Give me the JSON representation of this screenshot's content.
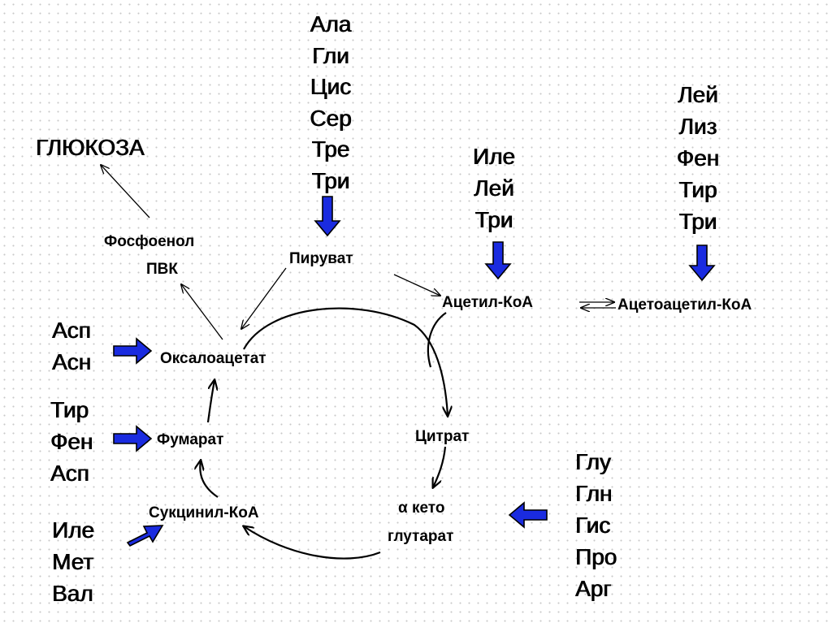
{
  "colors": {
    "arrow_fill": "#1a2be0",
    "arrow_stroke": "#000000",
    "line": "#000000",
    "background": "#ffffff"
  },
  "glucose": "ГЛЮКОЗА",
  "pep": [
    "Фосфоенол",
    "ПВК"
  ],
  "pyruvate": "Пируват",
  "acetyl_coa": "Ацетил-КоА",
  "acetoacetyl_coa": "Ацетоацетил-КоА",
  "oxaloacetate": "Оксалоацетат",
  "fumarate": "Фумарат",
  "succinyl_coa": "Сукцинил-КоА",
  "citrate": "Цитрат",
  "alpha_kg": [
    "α кето",
    "глутарат"
  ],
  "groups": {
    "pyruvate_aa": [
      "Ала",
      "Гли",
      "Цис",
      "Сер",
      "Тре",
      "Три"
    ],
    "acetyl_aa": [
      "Иле",
      "Лей",
      "Три"
    ],
    "acetoacetyl_aa": [
      "Лей",
      "Лиз",
      "Фен",
      "Тир",
      "Три"
    ],
    "oxaloacetate_aa": [
      "Асп",
      "Асн"
    ],
    "fumarate_aa": [
      "Тир",
      "Фен",
      "Асп"
    ],
    "succinyl_aa": [
      "Иле",
      "Мет",
      "Вал"
    ],
    "akg_aa": [
      "Глу",
      "Глн",
      "Гис",
      "Про",
      "Арг"
    ]
  }
}
